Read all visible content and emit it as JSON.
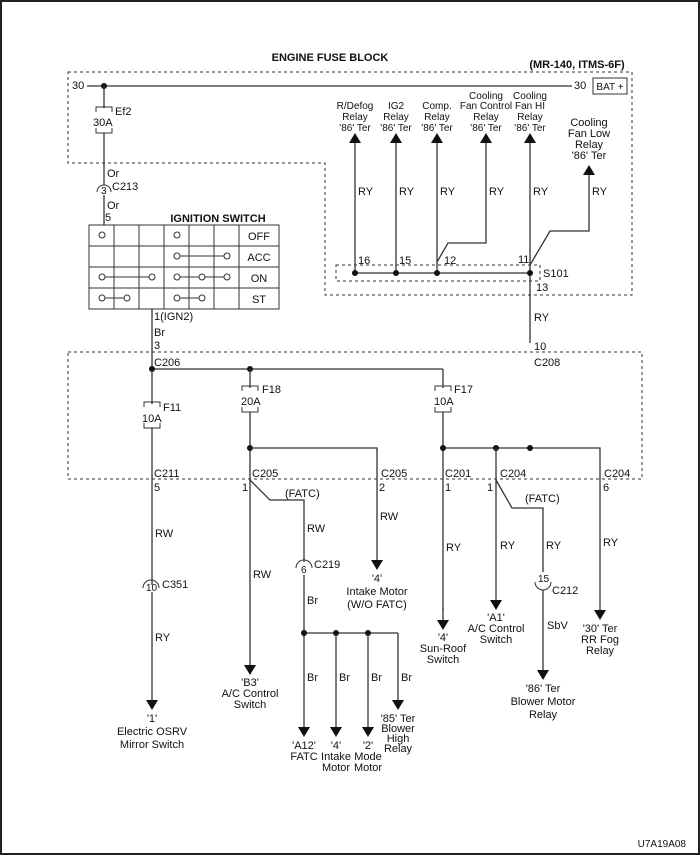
{
  "title": "ENGINE FUSE BLOCK",
  "model": "(MR-140, ITMS-6F)",
  "figure_id": "U7A19A08",
  "battery": {
    "terminal_left": "30",
    "terminal_right": "30",
    "label": "BAT +"
  },
  "fuses": {
    "ef2": {
      "name": "Ef2",
      "rating": "30A"
    },
    "f11": {
      "name": "F11",
      "rating": "10A"
    },
    "f18": {
      "name": "F18",
      "rating": "20A"
    },
    "f17": {
      "name": "F17",
      "rating": "10A"
    }
  },
  "relays_top": [
    {
      "lines": [
        "R/Defog",
        "Relay",
        "'86' Ter"
      ],
      "wire": "RY",
      "pin": "16"
    },
    {
      "lines": [
        "IG2",
        "Relay",
        "'86' Ter"
      ],
      "wire": "RY",
      "pin": "15"
    },
    {
      "lines": [
        "Comp.",
        "Relay",
        "'86' Ter"
      ],
      "wire": "RY",
      "pin": "12"
    },
    {
      "lines": [
        "Cooling",
        "Fan Control",
        "Relay",
        "'86' Ter"
      ],
      "wire": "RY"
    },
    {
      "lines": [
        "Cooling",
        "Fan HI",
        "Relay",
        "'86' Ter"
      ],
      "wire": "RY",
      "pin": "11"
    },
    {
      "lines": [
        "Cooling",
        "Fan Low",
        "Relay",
        "'86' Ter"
      ],
      "wire": "RY"
    }
  ],
  "splice": {
    "name": "S101",
    "pin_out": "13"
  },
  "wires": {
    "or1": "Or",
    "or2": "Or",
    "br_ign": "Br",
    "ry_c208": "RY",
    "rw_f11": "RW",
    "ry_c351": "RY",
    "rw_b3": "RW",
    "rw_fatc": "RW",
    "rw_intake": "RW",
    "br_c219": "Br",
    "br1": "Br",
    "br2": "Br",
    "br3": "Br",
    "br4": "Br",
    "ry_sunroof": "RY",
    "ry_a1": "RY",
    "ry_fatc": "RY",
    "sbv": "SbV",
    "ry_fog": "RY"
  },
  "connectors": {
    "c213": {
      "name": "C213",
      "pin": "3"
    },
    "ign_in_pin": "5",
    "ign_out": "1(IGN2)",
    "c206_pin": "3",
    "c206": "C206",
    "c208_pin": "10",
    "c208": "C208",
    "c211": {
      "name": "C211",
      "pin": "5"
    },
    "c205a": {
      "name": "C205",
      "pin": "1"
    },
    "c205b": {
      "name": "C205",
      "pin": "2"
    },
    "c201": {
      "name": "C201",
      "pin": "1"
    },
    "c204a": {
      "name": "C204",
      "pin": "1"
    },
    "c204b": {
      "name": "C204",
      "pin": "6"
    },
    "c351": {
      "name": "C351",
      "pin": "10"
    },
    "c219": {
      "name": "C219",
      "pin": "6"
    },
    "c212": {
      "name": "C212",
      "pin": "15"
    }
  },
  "fatc_labels": [
    "(FATC)",
    "(FATC)"
  ],
  "ignition_switch": {
    "title": "IGNITION SWITCH",
    "positions": [
      "OFF",
      "ACC",
      "ON",
      "ST"
    ]
  },
  "loads": {
    "osrv": [
      "'1'",
      "Electric OSRV",
      "Mirror Switch"
    ],
    "b3": [
      "'B3'",
      "A/C Control",
      "Switch"
    ],
    "intake_wo": [
      "'4'",
      "Intake Motor",
      "(W/O FATC)"
    ],
    "a12": [
      "'A12'",
      "FATC"
    ],
    "intake": [
      "'4'",
      "Intake",
      "Motor"
    ],
    "mode": [
      "'2'",
      "Mode",
      "Motor"
    ],
    "blower_high": [
      "'85' Ter",
      "Blower",
      "High",
      "Relay"
    ],
    "sunroof": [
      "'4'",
      "Sun-Roof",
      "Switch"
    ],
    "a1": [
      "'A1'",
      "A/C Control",
      "Switch"
    ],
    "blower_motor": [
      "'86' Ter",
      "Blower Motor",
      "Relay"
    ],
    "rr_fog": [
      "'30' Ter",
      "RR Fog",
      "Relay"
    ]
  }
}
